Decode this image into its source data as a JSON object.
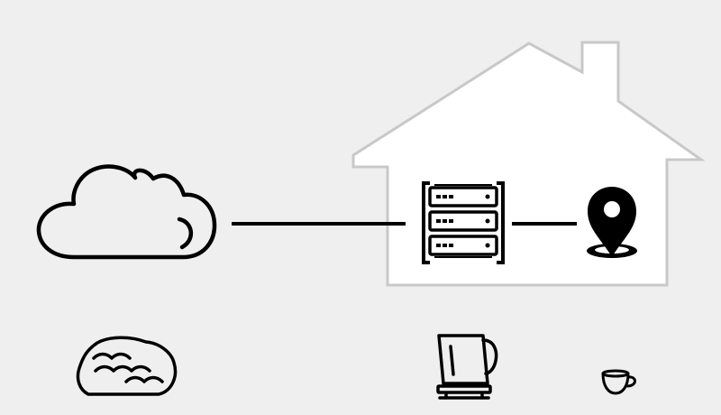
{
  "colors": {
    "background": "#efefef",
    "house_fill": "#ffffff",
    "house_outline": "#c8c8c8",
    "ink": "#000000"
  },
  "nodes": [
    {
      "id": "internet",
      "icon": "cloud-icon"
    },
    {
      "id": "home-server",
      "icon": "server-rack-icon"
    },
    {
      "id": "device-location",
      "icon": "map-pin-icon"
    }
  ],
  "connections": [
    {
      "from": "internet",
      "to": "home-server"
    },
    {
      "from": "home-server",
      "to": "device-location"
    }
  ],
  "footer_icons": [
    "bread-loaf-icon",
    "kettle-icon",
    "coffee-cup-icon"
  ]
}
